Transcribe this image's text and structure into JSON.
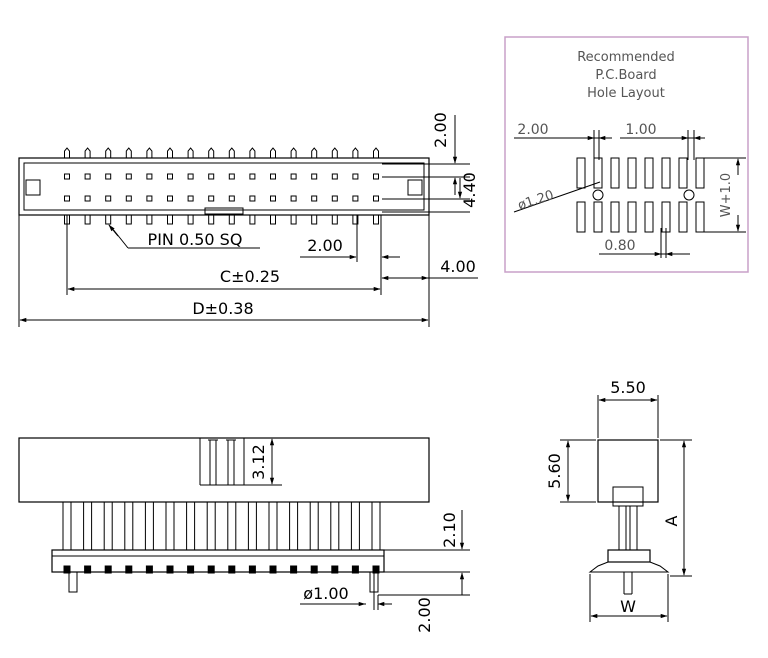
{
  "colors": {
    "line": "#000000",
    "panel_border": "#c8a0c8",
    "panel_text": "#555555"
  },
  "pcb_layout": {
    "title": [
      "Recommended",
      "P.C.Board",
      "Hole Layout"
    ],
    "dim_pitch_x": "2.00",
    "dim_pad_width": "1.00",
    "dim_hole": "ø1.20",
    "dim_pad_gap": "0.80",
    "dim_row": "W+1.0"
  },
  "top_view": {
    "dim_top": "2.00",
    "dim_right": "4.40",
    "pin_label": "PIN 0.50 SQ",
    "dim_pitch": "2.00",
    "dim_c": "C±0.25",
    "dim_d": "D±0.38",
    "dim_end": "4.00"
  },
  "front_view": {
    "dim_slot": "3.12",
    "dim_standoff": "2.10",
    "dim_pin_dia": "ø1.00",
    "dim_tail": "2.00"
  },
  "side_view": {
    "dim_width": "5.50",
    "dim_height": "5.60",
    "dim_a": "A",
    "dim_w": "W"
  }
}
